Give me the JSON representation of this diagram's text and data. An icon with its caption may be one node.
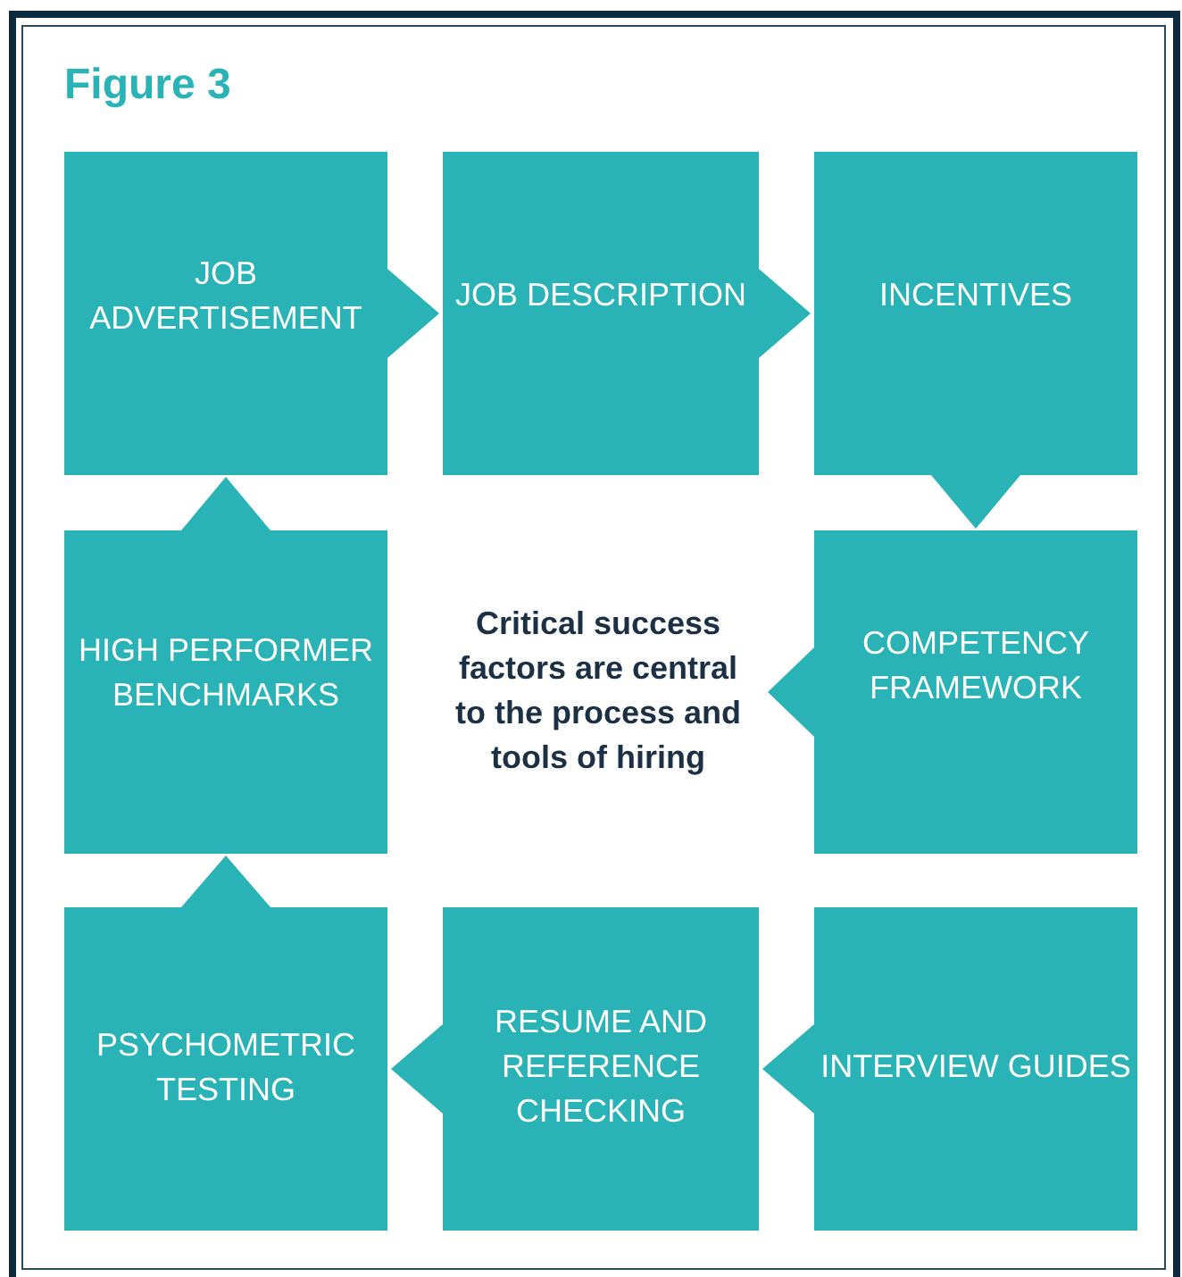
{
  "diagram": {
    "title": "Figure 3",
    "nodes": [
      {
        "text": [
          "JOB ADVERTISEMENT"
        ]
      },
      {
        "text": [
          "JOB DESCRIPTION"
        ]
      },
      {
        "text": [
          "INCENTIVES"
        ]
      },
      {
        "text": [
          "HIGH PERFORMER BENCHMARKS"
        ]
      },
      {
        "text": [
          "Critical success factors are central to the process and tools of hiring"
        ]
      },
      {
        "text": [
          "COMPETENCY FRAMEWORK"
        ]
      },
      {
        "text": [
          "PSYCHOMETRIC TESTING"
        ]
      },
      {
        "text": [
          "RESUME AND REFERENCE CHECKING"
        ]
      },
      {
        "text": [
          "INTERVIEW GUIDES"
        ]
      }
    ],
    "edges": [
      {
        "from": 0,
        "to": 1,
        "arrow": "to"
      },
      {
        "from": 1,
        "to": 2,
        "arrow": "to"
      },
      {
        "from": 2,
        "to": 5,
        "arrow": "to"
      },
      {
        "from": 5,
        "to": 4,
        "arrow": "to"
      },
      {
        "from": 8,
        "to": 7,
        "arrow": "to"
      },
      {
        "from": 7,
        "to": 6,
        "arrow": "to"
      },
      {
        "from": 6,
        "to": 3,
        "arrow": "to"
      },
      {
        "from": 3,
        "to": 0,
        "arrow": "to"
      }
    ]
  }
}
